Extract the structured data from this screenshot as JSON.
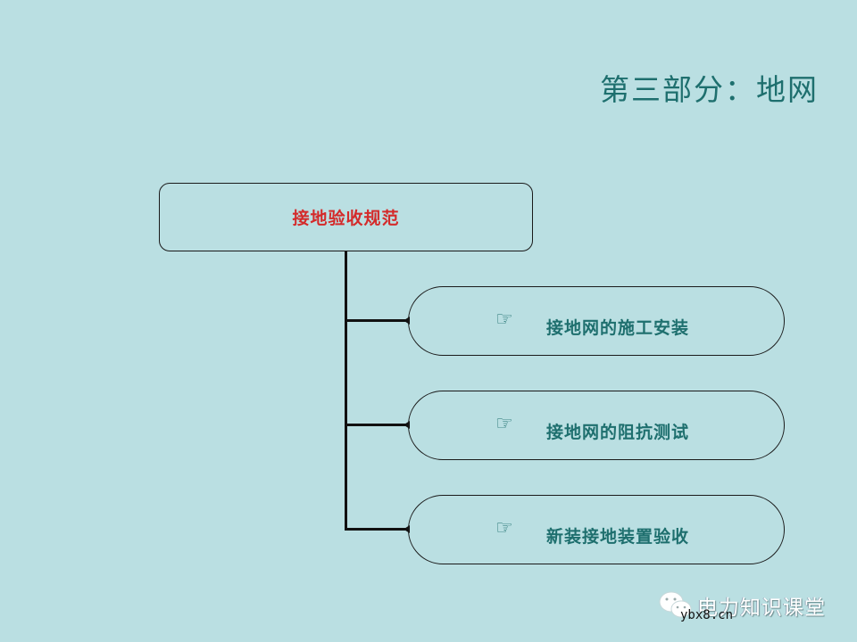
{
  "slide": {
    "title": "第三部分：地网",
    "background_color": "#badfe2"
  },
  "diagram": {
    "root": {
      "label": "接地验收规范",
      "color": "#d42a2a"
    },
    "children": [
      {
        "icon": "☞",
        "icon_name": "pointing-hand-icon",
        "label": "接地网的施工安装"
      },
      {
        "icon": "☞",
        "icon_name": "pointing-hand-icon",
        "label": "接地网的阻抗测试"
      },
      {
        "icon": "☞",
        "icon_name": "pointing-hand-icon",
        "label": "新装接地装置验收"
      }
    ],
    "text_color": "#1e6f6e",
    "line_color": "#111111"
  },
  "watermark": {
    "brand": "电力知识课堂",
    "url": "ybx8.cn",
    "icon_name": "wechat-icon"
  }
}
